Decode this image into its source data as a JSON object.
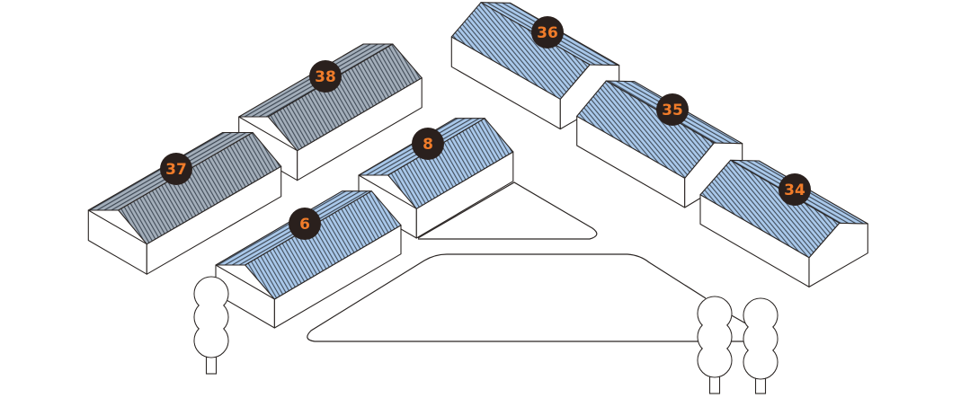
{
  "colors": {
    "roof_blue": "#a9c8ea",
    "roof_grey": "#a3aeba",
    "stripe": "#36404c",
    "outline": "#2b2624",
    "badge_bg": "#2a201d",
    "badge_text": "#f07c2a"
  },
  "buildings": [
    {
      "label": "38",
      "roof": "grey"
    },
    {
      "label": "37",
      "roof": "grey"
    },
    {
      "label": "8",
      "roof": "blue"
    },
    {
      "label": "6",
      "roof": "blue"
    },
    {
      "label": "36",
      "roof": "blue"
    },
    {
      "label": "35",
      "roof": "blue"
    },
    {
      "label": "34",
      "roof": "blue"
    }
  ],
  "trees": 3
}
